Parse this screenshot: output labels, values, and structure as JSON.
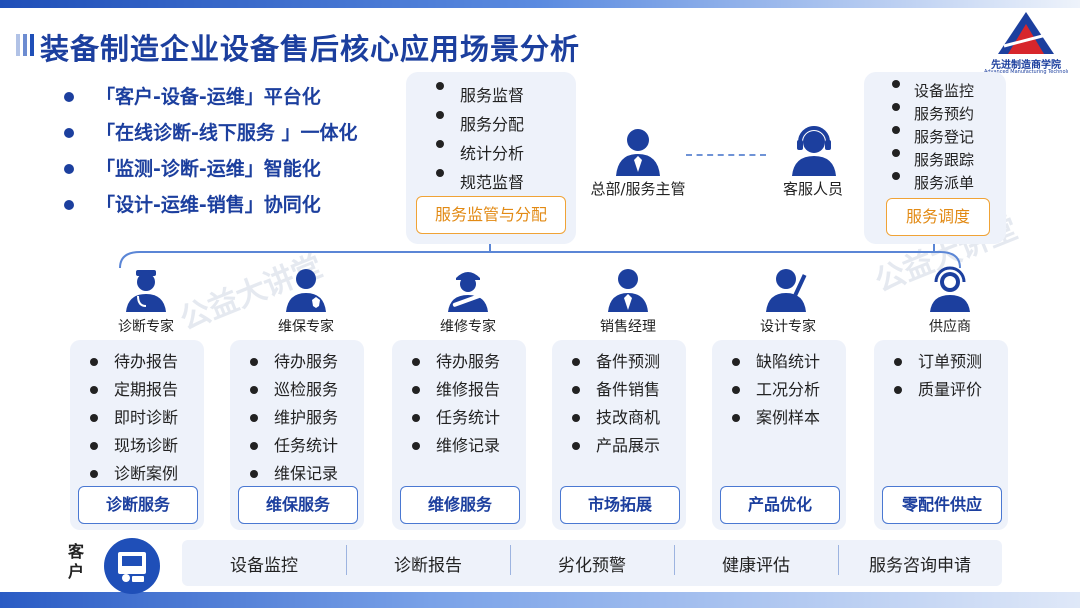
{
  "title": "装备制造企业设备售后核心应用场景分析",
  "logo": {
    "name": "先进制造商学院",
    "subtitle": "Advanced Manufacturing Technology Business School"
  },
  "bullets": [
    "「客户-设备-运维」平台化",
    "「在线诊断-线下服务 」一体化",
    "「监测-诊断-运维」智能化",
    "「设计-运维-销售」协同化"
  ],
  "supervision_panel": {
    "items": [
      "服务监督",
      "服务分配",
      "统计分析",
      "规范监督"
    ],
    "tag": "服务监管与分配"
  },
  "people": {
    "manager": "总部/服务主管",
    "service_staff": "客服人员"
  },
  "dispatch_panel": {
    "items": [
      "设备监控",
      "服务预约",
      "服务登记",
      "服务跟踪",
      "服务派单"
    ],
    "tag": "服务调度"
  },
  "roles": [
    {
      "name": "诊断专家",
      "icon": "doctor-icon",
      "items": [
        "待办报告",
        "定期报告",
        "即时诊断",
        "现场诊断",
        "诊断案例"
      ],
      "service": "诊断服务"
    },
    {
      "name": "维保专家",
      "icon": "maintenance-expert-icon",
      "items": [
        "待办服务",
        "巡检服务",
        "维护服务",
        "任务统计",
        "维保记录"
      ],
      "service": "维保服务"
    },
    {
      "name": "维修专家",
      "icon": "repair-worker-icon",
      "items": [
        "待办服务",
        "维修报告",
        "任务统计",
        "维修记录"
      ],
      "service": "维修服务"
    },
    {
      "name": "销售经理",
      "icon": "sales-manager-icon",
      "items": [
        "备件预测",
        "备件销售",
        "技改商机",
        "产品展示"
      ],
      "service": "市场拓展"
    },
    {
      "name": "设计专家",
      "icon": "designer-icon",
      "items": [
        "缺陷统计",
        "工况分析",
        "案例样本"
      ],
      "service": "产品优化"
    },
    {
      "name": "供应商",
      "icon": "supplier-icon",
      "items": [
        "订单预测",
        "质量评价"
      ],
      "service": "零配件供应"
    }
  ],
  "customer": {
    "label": "客户",
    "icon": "customer-terminal-icon",
    "items": [
      "设备监控",
      "诊断报告",
      "劣化预警",
      "健康评估",
      "服务咨询申请"
    ]
  },
  "colors": {
    "primary": "#1c3f9e",
    "accent": "#f0a336",
    "panel": "#eef2fa"
  }
}
